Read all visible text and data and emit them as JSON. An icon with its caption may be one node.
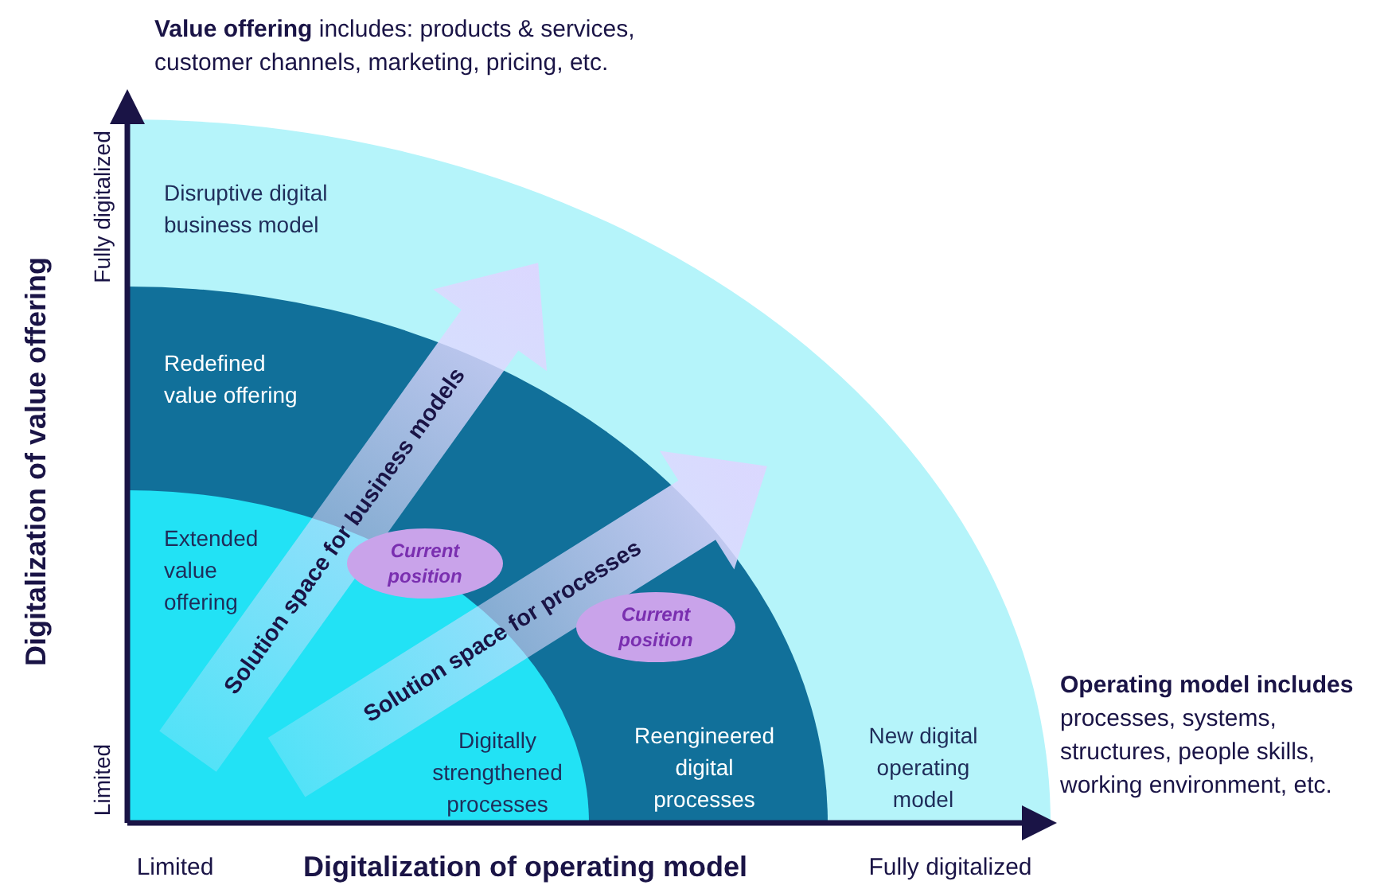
{
  "diagram": {
    "nodes": [
      {
        "text": [
          "Disruptive digital business model",
          "New digital operating model"
        ]
      },
      {
        "text": [
          "Redefined value offering",
          "Reengineered digital processes"
        ],
        "in": 0
      },
      {
        "text": [
          "Extended value offering",
          "Digitally strengthened processes"
        ],
        "in": 1
      },
      {
        "text": [
          "Current position"
        ],
        "in": 1
      },
      {
        "text": [
          "Current position"
        ],
        "in": 1
      }
    ],
    "edges": [
      {
        "from": 2,
        "to": 0,
        "arrow": "to",
        "label": "Solution space for business models",
        "style": "thick"
      },
      {
        "from": 2,
        "to": 0,
        "arrow": "to",
        "label": "Solution space for processes",
        "style": "thick"
      }
    ],
    "labels": [
      "**Value offering** includes: products & services, customer channels, marketing, pricing, etc.",
      "**Operating model includes** processes, systems, structures, people skills, working environment, etc.",
      "Fully digitalized",
      "Limited",
      "Digitalization of value offering",
      "Limited",
      "Digitalization of operating model",
      "Fully digitalized"
    ]
  }
}
